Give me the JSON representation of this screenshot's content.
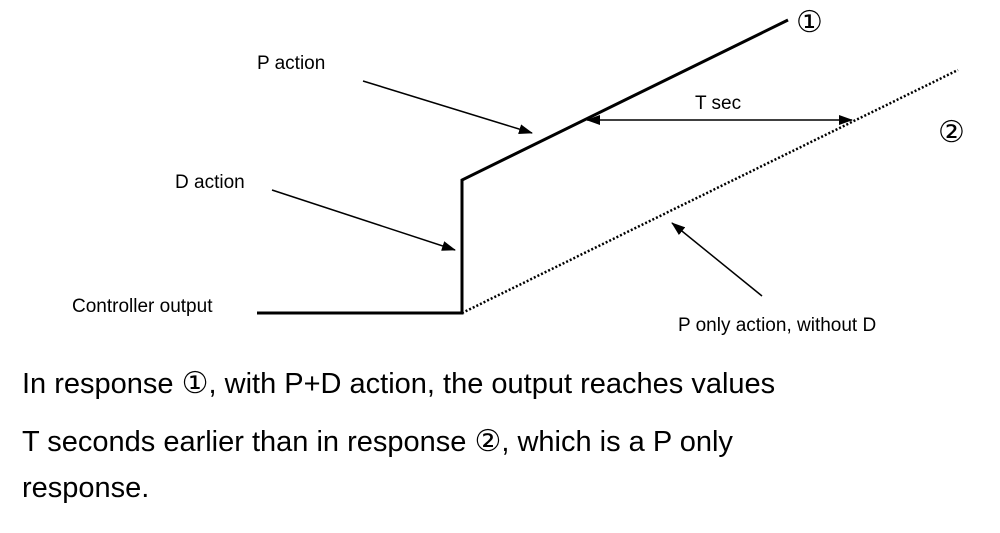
{
  "labels": {
    "p_action": "P action",
    "d_action": "D action",
    "controller_output": "Controller output",
    "t_sec": "T sec",
    "p_only": "P only action, without D"
  },
  "markers": {
    "response_1": "①",
    "response_2": "②"
  },
  "caption": {
    "line1_before": "In response ",
    "line1_marker": "①",
    "line1_after": ", with P+D action, the output reaches values",
    "line2_before": "T seconds earlier than in response ",
    "line2_marker": "②",
    "line2_after": ", which is a P only",
    "line3": "response."
  }
}
